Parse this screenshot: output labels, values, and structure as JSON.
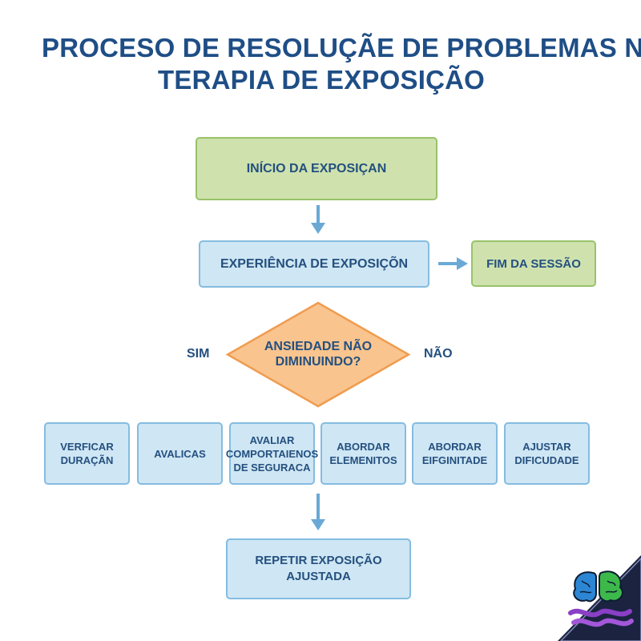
{
  "title": {
    "line1": "PROCESO DE RESOLUÇÃE DE PROBLEMAS NA",
    "line2": "TERAPIA DE EXPOSIÇÃO"
  },
  "nodes": {
    "start": "INÍCIO DA EXPOSIÇAN",
    "experience": "EXPERIÊNCIA DE EXPOSIÇÕN",
    "end": "FIM DA SESSÃO",
    "decision_line1": "ANSIEDADE NÃO",
    "decision_line2": "DIMINUINDO?",
    "repeat_line1": "REPETIR EXPOSIÇÃO",
    "repeat_line2": "AJUSTADA"
  },
  "branches": {
    "yes": "SIM",
    "no": "NÃO"
  },
  "steps": [
    {
      "line1": "VERFICAR",
      "line2": "DURAÇÃN"
    },
    {
      "line1": "AVALICAS"
    },
    {
      "line1": "AVALIAR",
      "line2": "COMPORTAIENOS",
      "line3": "DE SEGURACA"
    },
    {
      "line1": "ABORDAR",
      "line2": "ELEMENITOS"
    },
    {
      "line1": "ABORDAR",
      "line2": "EIFGINITADE"
    },
    {
      "line1": "AJUSTAR",
      "line2": "DIFICUDADE"
    }
  ],
  "colors": {
    "title": "#1f4e86",
    "text": "#24507f",
    "green_fill": "#cfe2ae",
    "green_border": "#98c36a",
    "blue_fill": "#cfe6f4",
    "blue_border": "#84bce0",
    "diamond_fill": "#f9c48e",
    "diamond_border": "#ef9c4f",
    "arrow": "#6aa9d6"
  },
  "logo": {
    "icon": "brain-wave-logo"
  }
}
